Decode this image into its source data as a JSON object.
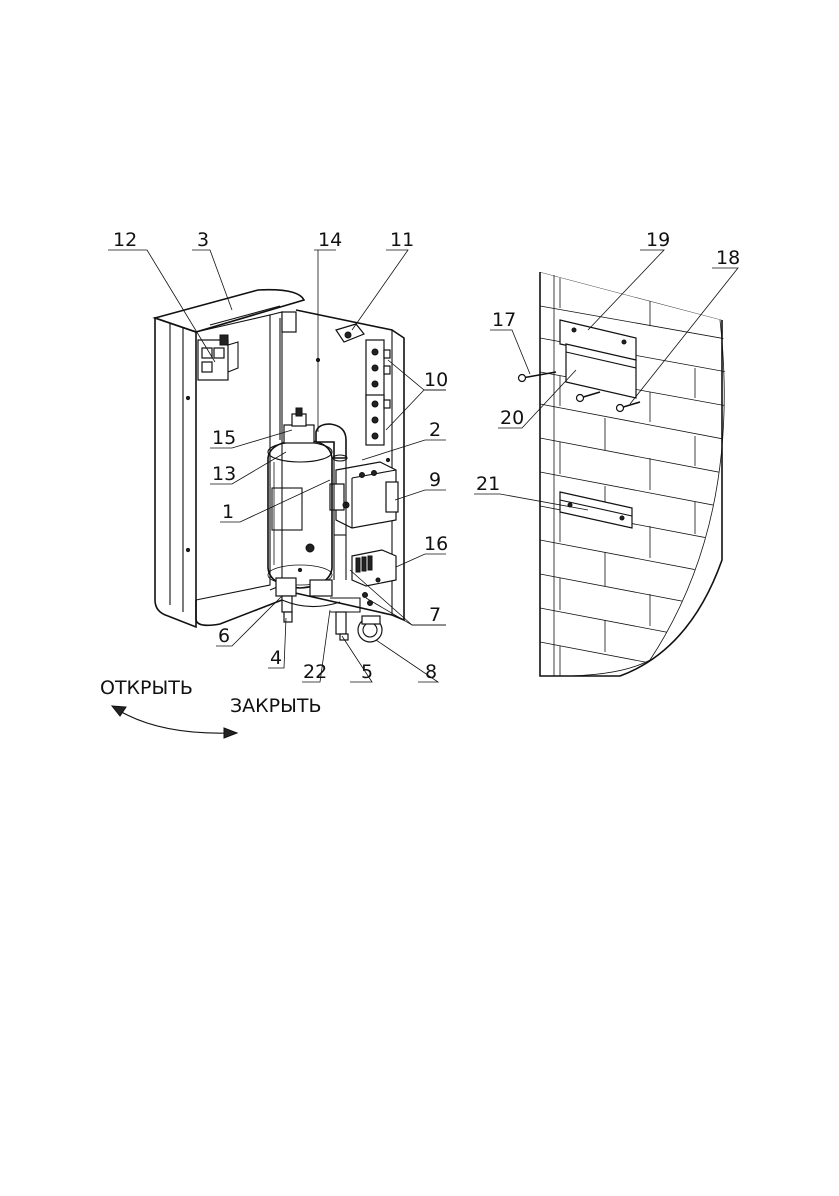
{
  "labels_left": {
    "l12": "12",
    "l3": "3",
    "l14": "14",
    "l11": "11",
    "l10": "10",
    "l2": "2",
    "l15": "15",
    "l13": "13",
    "l9": "9",
    "l1": "1",
    "l16": "16",
    "l7": "7",
    "l6": "6",
    "l4": "4",
    "l22": "22",
    "l5": "5",
    "l8": "8"
  },
  "labels_right": {
    "l19": "19",
    "l18": "18",
    "l17": "17",
    "l20": "20",
    "l21": "21"
  },
  "captions": {
    "open": "ОТКРЫТЬ",
    "close": "ЗАКРЫТЬ"
  }
}
